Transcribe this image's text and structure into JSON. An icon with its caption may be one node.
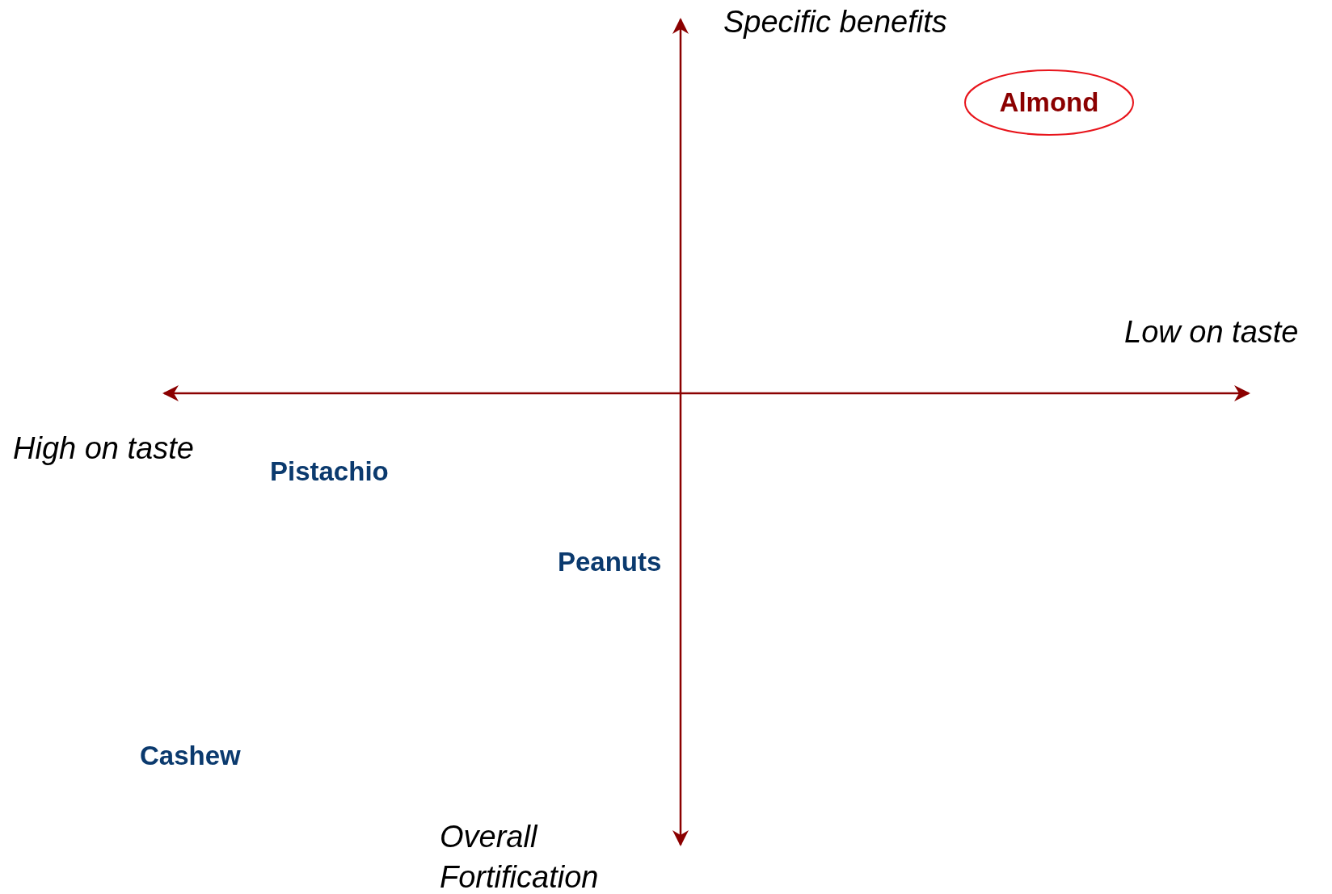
{
  "diagram": {
    "nodes": [
      {
        "text": [
          "Almond"
        ]
      }
    ],
    "labels": [
      "Specific benefits",
      "Low on taste",
      "High on taste",
      "Pistachio",
      "Peanuts",
      "Cashew",
      "Overall Fortification"
    ]
  }
}
